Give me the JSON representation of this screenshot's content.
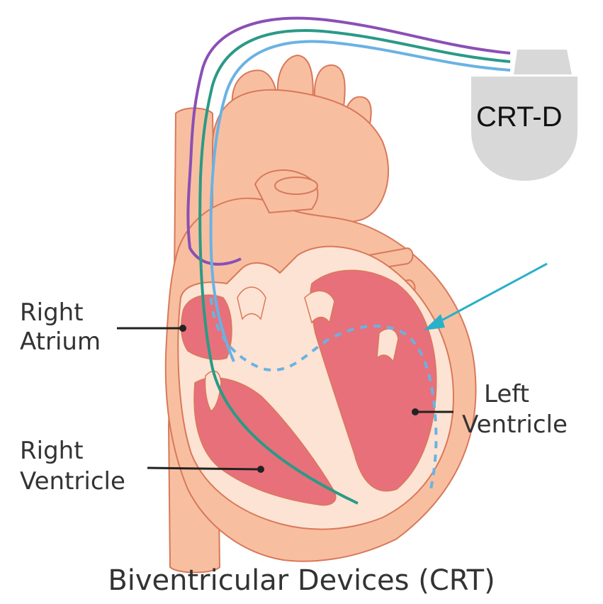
{
  "title": "Biventricular Devices (CRT)",
  "device": {
    "label": "CRT-D",
    "color": "#d8d8d8"
  },
  "labels": {
    "right_atrium": [
      "Right",
      "Atrium"
    ],
    "right_ventricle": [
      "Right",
      "Ventricle"
    ],
    "left_ventricle": [
      "Left",
      "Ventricle"
    ]
  },
  "colors": {
    "heart_outer": "#f7bfa0",
    "heart_outline": "#d9785a",
    "chamber": "#e8707a",
    "valve": "#fde3d3",
    "lead_purple": "#8b4fb5",
    "lead_green": "#2a9a87",
    "lead_blue": "#6ab2e3",
    "arrow": "#2ab0c8"
  }
}
